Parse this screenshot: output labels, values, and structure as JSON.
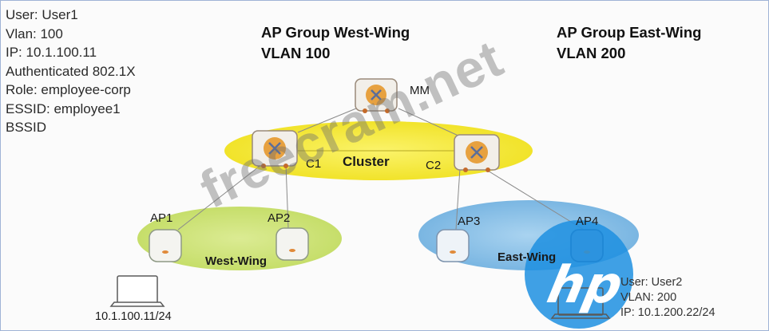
{
  "user1": {
    "lines": [
      "User: User1",
      "Vlan: 100",
      "IP: 10.1.100.11",
      "Authenticated 802.1X",
      "Role: employee-corp",
      "ESSID: employee1",
      "BSSID"
    ]
  },
  "groups": {
    "west": {
      "title": "AP Group West-Wing",
      "vlan": "VLAN 100"
    },
    "east": {
      "title": "AP Group East-Wing",
      "vlan": "VLAN 200"
    }
  },
  "nodes": {
    "mm": "MM",
    "c1": "C1",
    "c2": "C2",
    "cluster": "Cluster",
    "ap1": "AP1",
    "ap2": "AP2",
    "ap3": "AP3",
    "ap4": "AP4",
    "west_zone": "West-Wing",
    "east_zone": "East-Wing"
  },
  "laptop1": {
    "ip": "10.1.100.11/24"
  },
  "user2": {
    "lines": [
      "User: User2",
      "VLAN: 200",
      "IP: 10.1.200.22/24"
    ]
  },
  "watermark": "freecram.net",
  "logo": "hp",
  "colors": {
    "cluster": "#f7ec33",
    "west": "#cfe47a",
    "east": "#8ec2e8",
    "logo": "#1d8fe0"
  }
}
